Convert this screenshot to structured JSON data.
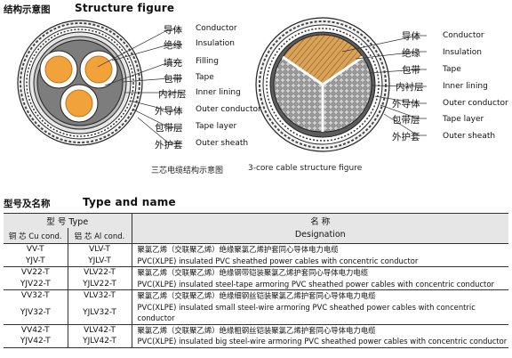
{
  "structure": {
    "title_cn": "结构示意图",
    "title_en": "Structure figure",
    "labels_left": [
      {
        "cn": "导体",
        "en": "Conductor"
      },
      {
        "cn": "绝缘",
        "en": "Insulation"
      },
      {
        "cn": "填充",
        "en": "Filling"
      },
      {
        "cn": "包带",
        "en": "Tape"
      },
      {
        "cn": "内衬层",
        "en": "Inner lining"
      },
      {
        "cn": "外导体",
        "en": "Outer conductor"
      },
      {
        "cn": "包带层",
        "en": "Tape layer"
      },
      {
        "cn": "外护套",
        "en": "Outer sheath"
      }
    ],
    "labels_right": [
      {
        "cn": "导体",
        "en": "Conductor"
      },
      {
        "cn": "绝缘",
        "en": "Insulation"
      },
      {
        "cn": "包带",
        "en": "Tape"
      },
      {
        "cn": "内衬层",
        "en": "Inner lining"
      },
      {
        "cn": "外导体",
        "en": "Outer conductor"
      },
      {
        "cn": "包带层",
        "en": "Tape layer"
      },
      {
        "cn": "外护套",
        "en": "Outer sheath"
      }
    ],
    "caption_cn": "三芯电缆结构示意图",
    "caption_en": "3-core cable structure figure"
  },
  "types": {
    "title_cn": "型号及名称",
    "title_en": "Type and name",
    "header": {
      "model_cn": "型 号",
      "model_en": "Type",
      "cu": "铜 芯 Cu cond.",
      "al": "铝 芯 Al cond.",
      "name_cn": "名 称",
      "name_en": "Designation"
    },
    "groups": [
      {
        "cu": [
          "VV-T",
          "YJV-T"
        ],
        "al": [
          "VLV-T",
          "YJLV-T"
        ],
        "cn": "聚氯乙烯（交联聚乙烯）绝缘聚氯乙烯护套同心导体电力电缆",
        "en": "PVC(XLPE) insulated PVC sheathed power cables with concentric conductor"
      },
      {
        "cu": [
          "VV22-T",
          "YJV22-T"
        ],
        "al": [
          "VLV22-T",
          "YJLV22-T"
        ],
        "cn": "聚氯乙烯（交联聚乙烯）绝缘钢带铠装聚氯乙烯护套同心导体电力电缆",
        "en": "PVC(XLPE) insulated steel-tape armoring PVC sheathed power cables with concentric conductor"
      },
      {
        "cu": [
          "VV32-T",
          "YJV32-T"
        ],
        "al": [
          "VLV32-T",
          "YJLV32-T"
        ],
        "cn": "聚氯乙烯（交联聚乙烯）绝缘细钢丝铠装聚氯乙烯护套同心导体电力电缆",
        "en": "PVC(XLPE) insulated small steel-wire armoring PVC sheathed power cables with concentric conductor"
      },
      {
        "cu": [
          "VV42-T",
          "YJV42-T"
        ],
        "al": [
          "VLV42-T",
          "YJLV42-T"
        ],
        "cn": "聚氯乙烯（交联聚乙烯）绝缘粗钢丝铠装聚氯乙烯护套同心导体电力电缆",
        "en": "PVC(XLPE) insulated big steel-wire armoring PVC sheathed power cables with concentric conductor"
      }
    ]
  }
}
